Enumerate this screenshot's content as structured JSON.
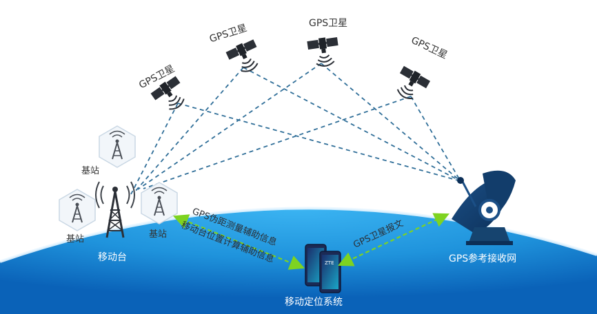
{
  "satellites": [
    {
      "label": "GPS卫星"
    },
    {
      "label": "GPS卫星"
    },
    {
      "label": "GPS卫星"
    },
    {
      "label": "GPS卫星"
    }
  ],
  "base_stations": [
    {
      "label": "基站"
    },
    {
      "label": "基站"
    },
    {
      "label": "基站"
    }
  ],
  "mobile_station": {
    "label": "移动台"
  },
  "positioning_system": {
    "label": "移动定位系统",
    "phone_screen_text": "ZTE"
  },
  "reference_network": {
    "label": "GPS参考接收网"
  },
  "links": {
    "ranging_assist": "GPS伪距测量辅助信息",
    "position_assist": "移动台位置计算辅助信息",
    "satellite_message": "GPS卫星报文"
  },
  "colors": {
    "earth_light": "#25a3e6",
    "earth_dark": "#0f6fc6",
    "signal_line": "#2f6e98",
    "assist_arrow": "#7ed321",
    "label_on_blue": "#ffffff",
    "label_dark": "#333333"
  }
}
